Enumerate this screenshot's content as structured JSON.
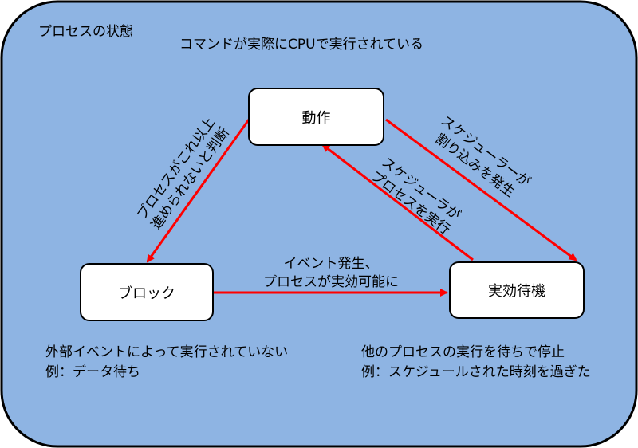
{
  "diagram": {
    "title": "プロセスの状態",
    "states": {
      "running": {
        "label": "動作",
        "description": "コマンドが実際にCPUで実行されている"
      },
      "blocked": {
        "label": "ブロック",
        "description": "外部イベントによって実行されていない",
        "example": "例：データ待ち"
      },
      "ready": {
        "label": "実効待機",
        "description": "他のプロセスの実行を待ちで停止",
        "example": "例：スケジュールされた時刻を過ぎた"
      }
    },
    "transitions": {
      "running_to_blocked": {
        "line1": "プロセスがこれ以上",
        "line2": "進められないと判断"
      },
      "running_to_ready": {
        "line1": "スケジューラーが",
        "line2": "割り込みを発生"
      },
      "ready_to_running": {
        "line1": "スケジューラが",
        "line2": "プロセスを実行"
      },
      "blocked_to_ready": {
        "line1": "イベント発生、",
        "line2": "プロセスが実効可能に"
      }
    },
    "colors": {
      "background": "#8eb4e3",
      "arrow": "#ff0000",
      "node_fill": "#ffffff",
      "border": "#000000"
    }
  }
}
